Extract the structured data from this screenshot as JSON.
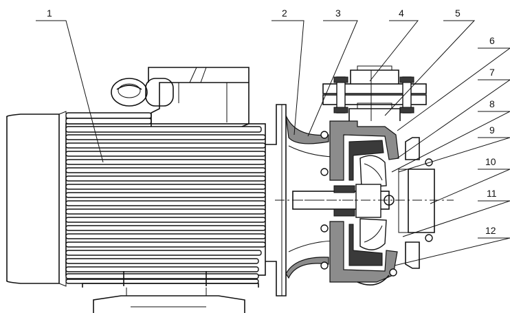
{
  "diagram": {
    "callouts": [
      {
        "id": "1",
        "label": "1"
      },
      {
        "id": "2",
        "label": "2"
      },
      {
        "id": "3",
        "label": "3"
      },
      {
        "id": "4",
        "label": "4"
      },
      {
        "id": "5",
        "label": "5"
      },
      {
        "id": "6",
        "label": "6"
      },
      {
        "id": "7",
        "label": "7"
      },
      {
        "id": "8",
        "label": "8"
      },
      {
        "id": "9",
        "label": "9"
      },
      {
        "id": "10",
        "label": "10"
      },
      {
        "id": "11",
        "label": "11"
      },
      {
        "id": "12",
        "label": "12"
      }
    ],
    "colors": {
      "line": "#111111",
      "section_fill": "#8c8c8c",
      "background": "#ffffff"
    }
  }
}
